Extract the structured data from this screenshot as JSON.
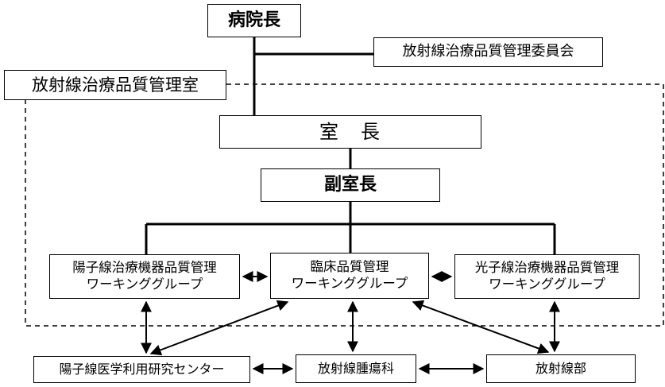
{
  "boxes": {
    "director": "病院長",
    "committee": "放射線治療品質管理委員会",
    "office": "放射線治療品質管理室",
    "chief": "室　長",
    "deputy": "副室長",
    "wg_proton": {
      "line1": "陽子線治療機器品質管理",
      "line2": "ワーキンググループ"
    },
    "wg_clinical": {
      "line1": "臨床品質管理",
      "line2": "ワーキンググループ"
    },
    "wg_photon": {
      "line1": "光子線治療機器品質管理",
      "line2": "ワーキンググループ"
    },
    "proton_center": "陽子線医学利用研究センター",
    "radiation_oncology": "放射線腫瘍科",
    "radiology": "放射線部"
  }
}
